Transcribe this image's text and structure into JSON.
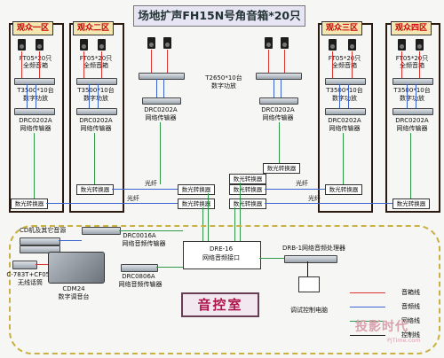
{
  "title": "场地扩声FH15N号角音箱*20只",
  "zones": {
    "z1": "观众一区",
    "z2": "观众二区",
    "z3": "观众三区",
    "z4": "观众四区"
  },
  "labels": {
    "ft05": "FT05*20只",
    "fullrange": "全频音箱",
    "t3500": "T3500*10台",
    "digital_amp": "数字功放",
    "drc0202a": "DRC0202A",
    "net_transmitter": "网络传输器",
    "t2650": "T2650*10台",
    "fiber_converter": "数光转换器",
    "fiber": "光纤",
    "cd_source": "CD机及其它音源",
    "mic": "C-783T+CF051",
    "wireless_mic": "无线话筒",
    "cdm24": "CDM24",
    "digital_console": "数字调音台",
    "drc0016a": "DRC0016A",
    "net_audio_transmitter": "网络音频传输器",
    "drc0806a": "DRC0806A",
    "dre16": "DRE-16",
    "net_audio_interface": "网络音频接口",
    "drb1": "DRB-1网络音频处理器",
    "debug_pc": "调试控制电脑",
    "control_room": "音控室"
  },
  "legend": [
    {
      "label": "音箱线",
      "color": "#d33333"
    },
    {
      "label": "音频线",
      "color": "#3a64d0"
    },
    {
      "label": "网络线",
      "color": "#2f9a4a"
    },
    {
      "label": "控制线",
      "color": "#111111"
    }
  ],
  "watermark": {
    "brand": "投影时代",
    "url": "PjTime.com"
  }
}
